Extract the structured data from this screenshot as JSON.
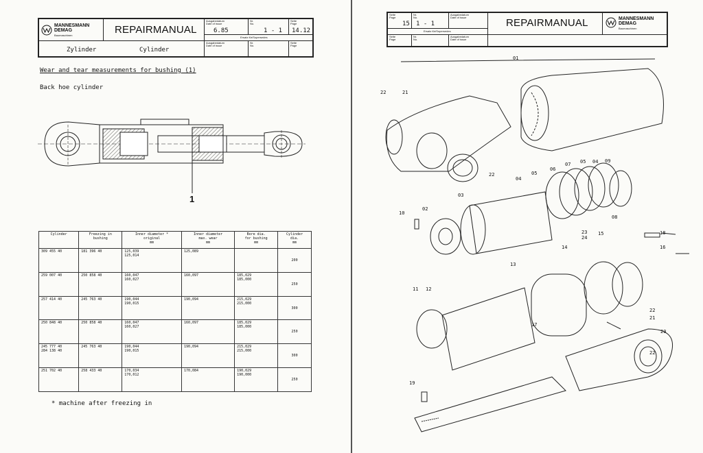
{
  "left": {
    "brand": {
      "line1": "MANNESMANN",
      "line2": "DEMAG",
      "line3": "Baumaschinen"
    },
    "title": "REPAIRMANUAL",
    "header": {
      "issue_label": "Ausgabedatum\nDate of issue",
      "issue_value": "6.85",
      "no_label": "Nr.\nNo.",
      "no_value": "1  -  1",
      "page_label": "Seite\nPage",
      "page_value": "14.12",
      "supersedes": "Ersatz für/Supersedes",
      "row2_issue_label": "Ausgabedatum\nDate of issue",
      "row2_no_label": "Nr.\nNo.",
      "row2_page_label": "Seite\nPage",
      "de_name": "Zylinder",
      "en_name": "Cylinder"
    },
    "section_title": "Wear and tear measurements for bushing (1)",
    "subsection": "Back hoe cylinder",
    "drawing_callout": "1",
    "table": {
      "headers": [
        "Cylinder",
        "Freezing in\nbushing",
        "Inner diameter *\noriginal\nmm",
        "Inner diameter\nmax. wear\nmm",
        "Bore dia.\nfor bushing\nmm",
        "Cylinder\ndia.\nmm"
      ],
      "rows": [
        [
          "309 455 40",
          "181 396 40",
          "125,039\n125,014",
          "125,089",
          "",
          "200"
        ],
        [
          "259 007 40",
          "250 858 40",
          "160,047\n160,027",
          "160,097",
          "185,029\n185,000",
          "250"
        ],
        [
          "257 414 40",
          "245 763 40",
          "190,044\n190,015",
          "190,094",
          "215,029\n215,000",
          "300"
        ],
        [
          "250 848 40",
          "250 858 40",
          "160,047\n160,027",
          "160,097",
          "185,029\n185,000",
          "250"
        ],
        [
          "245 777 40\n284 138 40",
          "245 763 40",
          "190,044\n190,015",
          "190,094",
          "215,029\n215,000",
          "300"
        ],
        [
          "251 702 40",
          "258 433 40",
          "170,034\n170,012",
          "170,084",
          "190,029\n190,000",
          "250"
        ]
      ]
    },
    "footnote": "* machine after freezing in"
  },
  "right": {
    "header": {
      "page_label": "Seite\nPage",
      "page_value": "15",
      "no_label": "Nr.\nNo.",
      "no_value": "1  -  1",
      "issue_label": "Ausgabedatum\nDate of issue",
      "supersedes": "Ersatz für/Supersedes",
      "row2_page_label": "Seite\nPage",
      "row2_no_label": "Nr.\nNo.",
      "row2_issue_label": "Ausgabedatum\nDate of issue"
    },
    "title": "REPAIRMANUAL",
    "brand": {
      "line1": "MANNESMANN",
      "line2": "DEMAG",
      "line3": "Baumaschinen"
    },
    "callouts": [
      "01",
      "22",
      "21",
      "22",
      "04",
      "05",
      "06",
      "07",
      "05",
      "04",
      "09",
      "03",
      "08",
      "10",
      "02",
      "18",
      "23",
      "24",
      "15",
      "16",
      "14",
      "13",
      "11",
      "12",
      "17",
      "22",
      "21",
      "20",
      "22",
      "19"
    ]
  }
}
